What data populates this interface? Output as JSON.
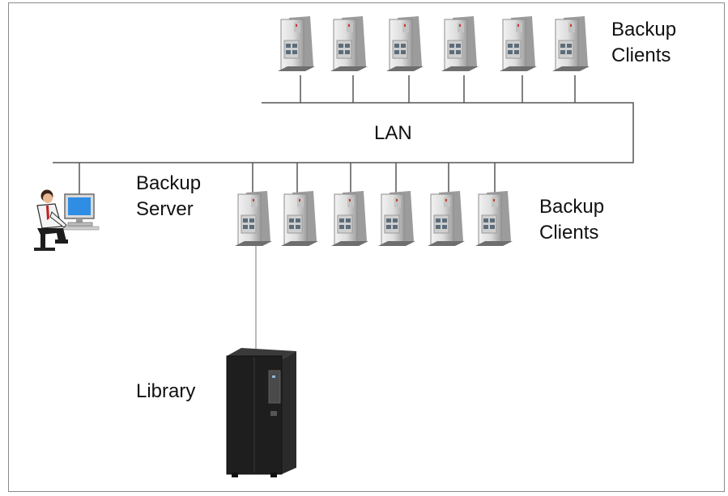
{
  "labels": {
    "top_clients": "Backup\nClients",
    "lan": "LAN",
    "server": "Backup\nServer",
    "bottom_clients": "Backup\nClients",
    "library": "Library"
  },
  "counts": {
    "top_clients": 6,
    "bottom_servers": 6
  },
  "colors": {
    "line": "#555555",
    "tower_light": "#e6e6e6",
    "tower_dark": "#a9a9a9",
    "library_body": "#1e1e1e",
    "monitor": "#2f8de4"
  }
}
